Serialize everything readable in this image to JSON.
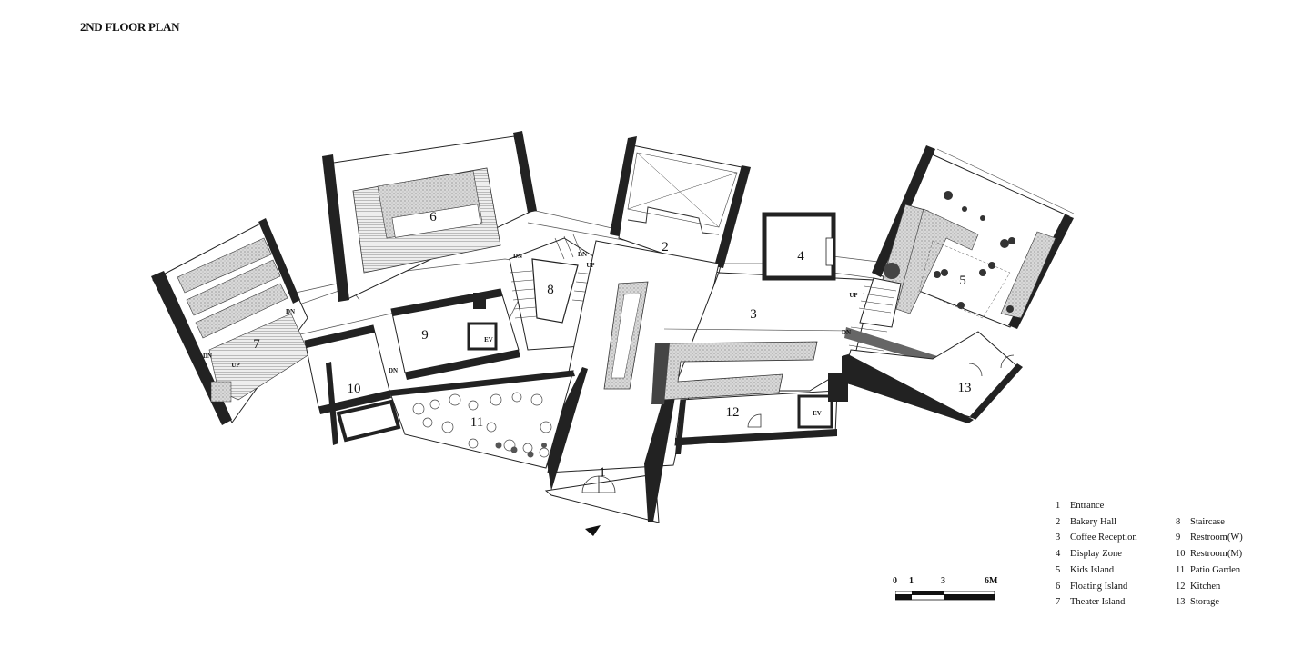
{
  "title": "2ND FLOOR PLAN",
  "rooms": [
    {
      "num": "1"
    },
    {
      "num": "2"
    },
    {
      "num": "3"
    },
    {
      "num": "4"
    },
    {
      "num": "5"
    },
    {
      "num": "6"
    },
    {
      "num": "7"
    },
    {
      "num": "8"
    },
    {
      "num": "9"
    },
    {
      "num": "10"
    },
    {
      "num": "11"
    },
    {
      "num": "12"
    },
    {
      "num": "13"
    }
  ],
  "tags": {
    "dn": "DN",
    "up": "UP",
    "ev": "EV"
  },
  "legend": [
    {
      "num": "1",
      "label": "Entrance"
    },
    {
      "num": "2",
      "label": "Bakery Hall"
    },
    {
      "num": "3",
      "label": "Coffee Reception"
    },
    {
      "num": "4",
      "label": "Display Zone"
    },
    {
      "num": "5",
      "label": "Kids Island"
    },
    {
      "num": "6",
      "label": "Floating Island"
    },
    {
      "num": "7",
      "label": "Theater Island"
    },
    {
      "num": "8",
      "label": "Staircase"
    },
    {
      "num": "9",
      "label": "Restroom(W)"
    },
    {
      "num": "10",
      "label": "Restroom(M)"
    },
    {
      "num": "11",
      "label": "Patio Garden"
    },
    {
      "num": "12",
      "label": "Kitchen"
    },
    {
      "num": "13",
      "label": "Storage"
    }
  ],
  "scale": {
    "labels": [
      "0",
      "1",
      "3",
      "6M"
    ]
  }
}
